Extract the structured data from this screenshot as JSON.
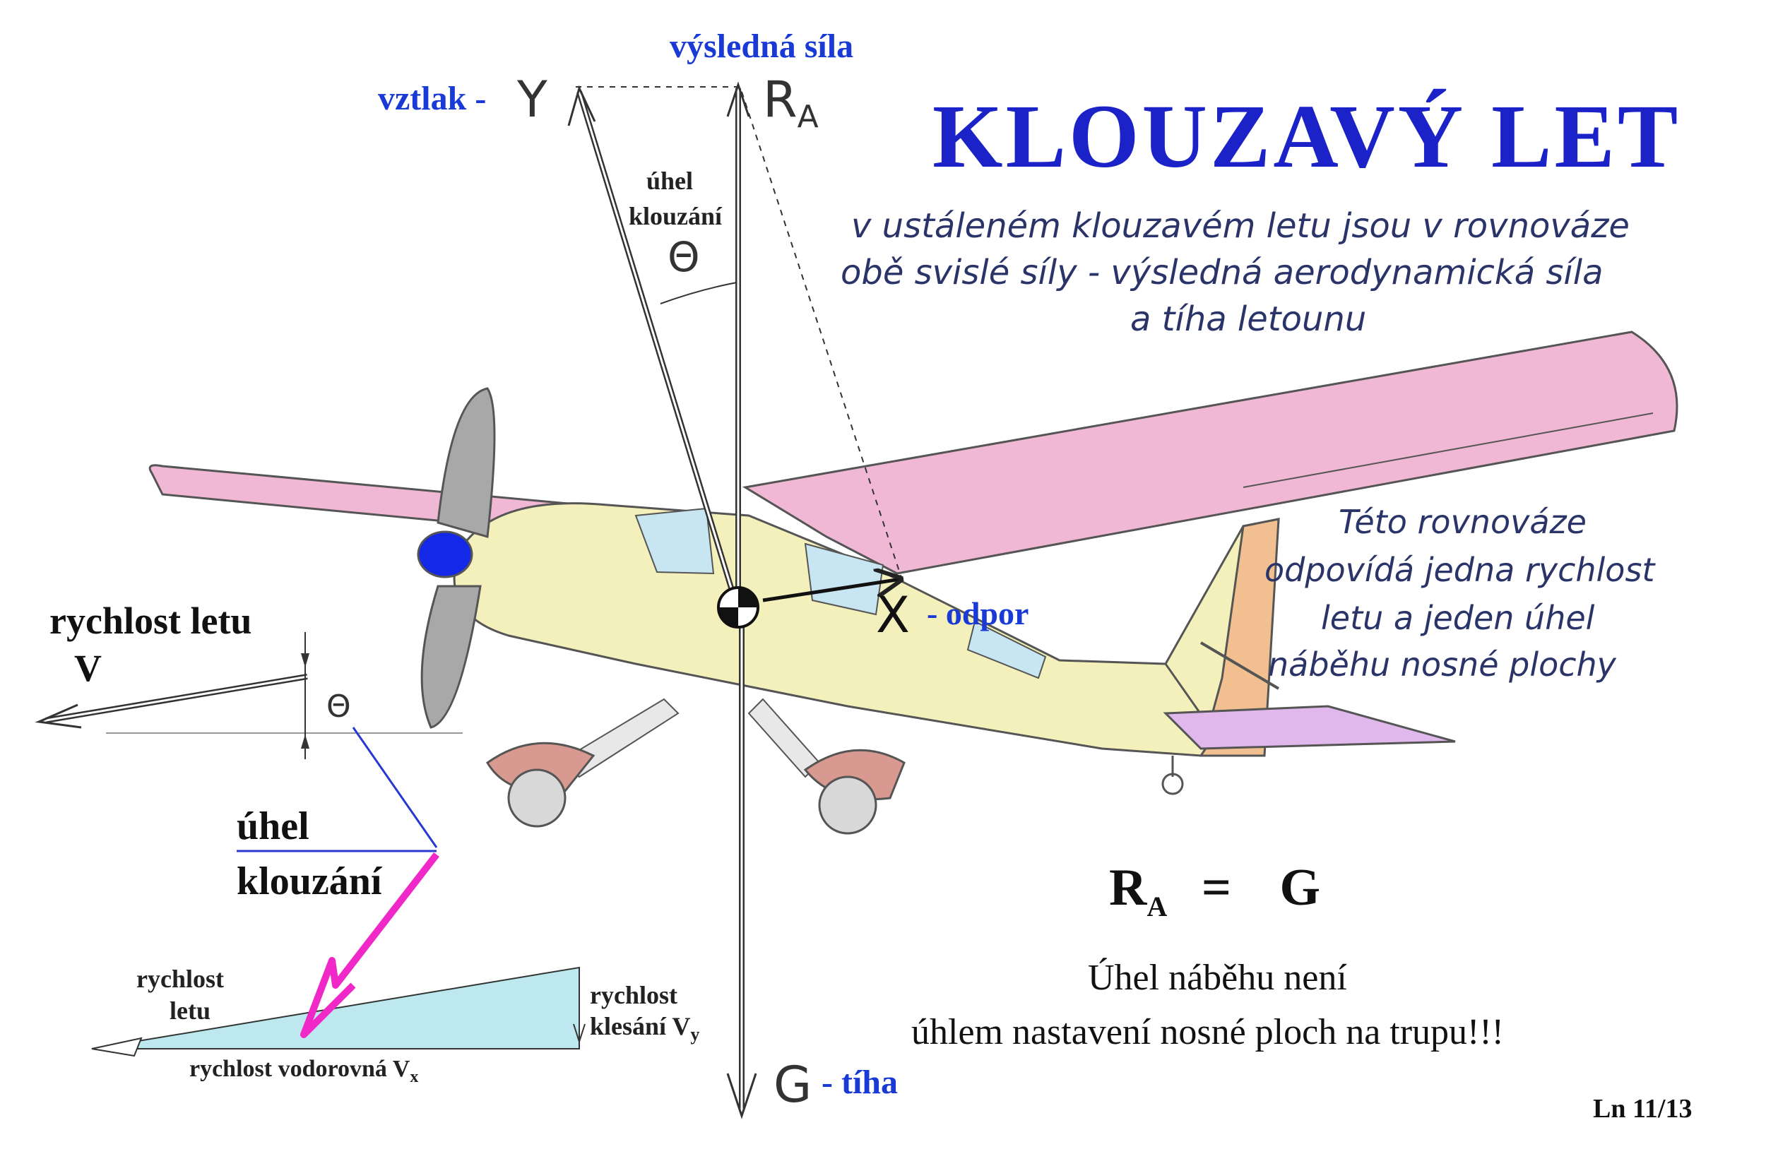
{
  "title": "KLOUZAVÝ  LET",
  "description_lines": [
    "v ustáleném klouzavém letu jsou v rovnováze",
    "obě svislé síly - výsledná aerodynamická síla",
    "a tíha letounu"
  ],
  "equilibrium_lines": [
    "Této rovnováze",
    "odpovídá jedna rychlost",
    "letu a jeden úhel",
    "náběhu nosné plochy"
  ],
  "forces": {
    "resultant_label": "výsledná síla",
    "lift_label": "vztlak -",
    "lift_symbol": "Y",
    "ra_symbol": "R",
    "ra_sub": "A",
    "drag_symbol": "X",
    "drag_label": "- odpor",
    "weight_symbol": "G",
    "weight_label": "- tíha"
  },
  "angle": {
    "small_label_1": "úhel",
    "small_label_2": "klouzání",
    "theta": "Θ",
    "big_label_1": "úhel",
    "big_label_2": "klouzání"
  },
  "speed": {
    "label": "rychlost  letu",
    "symbol": "V"
  },
  "triangle": {
    "flight_1": "rychlost",
    "flight_2": "letu",
    "sink_1": "rychlost",
    "sink_2": "klesání V",
    "sink_sub": "y",
    "horizontal": "rychlost vodorovná  V",
    "horizontal_sub": "x"
  },
  "equation": {
    "left": "R",
    "left_sub": "A",
    "equals": "=",
    "right": "G"
  },
  "note_lines": [
    "Úhel náběhu není",
    "úhlem nastavení nosné ploch na trupu!!!"
  ],
  "page_ref": "Ln 11/13",
  "colors": {
    "title_blue": "#1a22c8",
    "label_blue": "#1a3ad6",
    "text_navy": "#2a3468",
    "wing_pink": "#f0b8d4",
    "fuselage_yellow": "#f4f0bc",
    "window_blue": "#c8e6f2",
    "rudder_orange": "#f2c090",
    "propeller_gray": "#a8a8a8",
    "spinner_blue": "#1428e8",
    "wheel_pink": "#d89a90",
    "magenta": "#f028c8",
    "triangle_cyan": "#bde8f0"
  }
}
